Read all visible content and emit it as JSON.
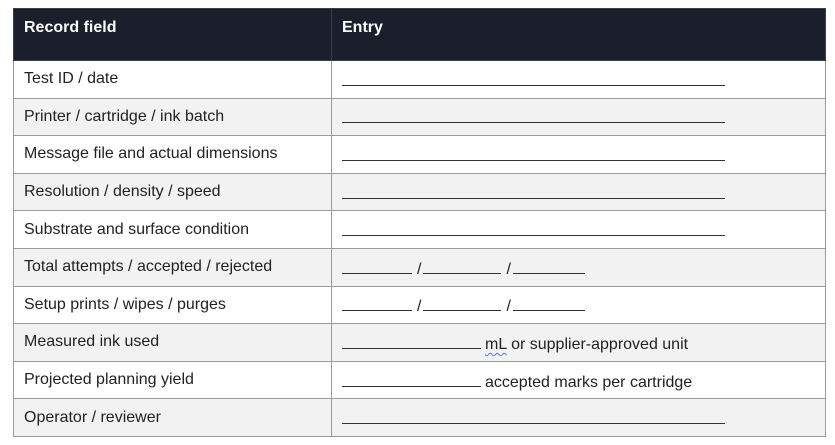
{
  "table": {
    "headers": {
      "field": "Record field",
      "entry": "Entry"
    },
    "rows": [
      {
        "field": "Test ID / date"
      },
      {
        "field": "Printer / cartridge / ink batch"
      },
      {
        "field": "Message file and actual dimensions"
      },
      {
        "field": "Resolution / density / speed"
      },
      {
        "field": "Substrate and surface condition"
      },
      {
        "field": "Total attempts / accepted / rejected",
        "separator": "/"
      },
      {
        "field": "Setup prints / wipes / purges",
        "separator": "/"
      },
      {
        "field": "Measured ink used",
        "unit_first": "mL",
        "unit_rest": " or supplier-approved unit"
      },
      {
        "field": "Projected planning yield",
        "unit": "accepted marks per cartridge"
      },
      {
        "field": "Operator / reviewer"
      }
    ]
  }
}
